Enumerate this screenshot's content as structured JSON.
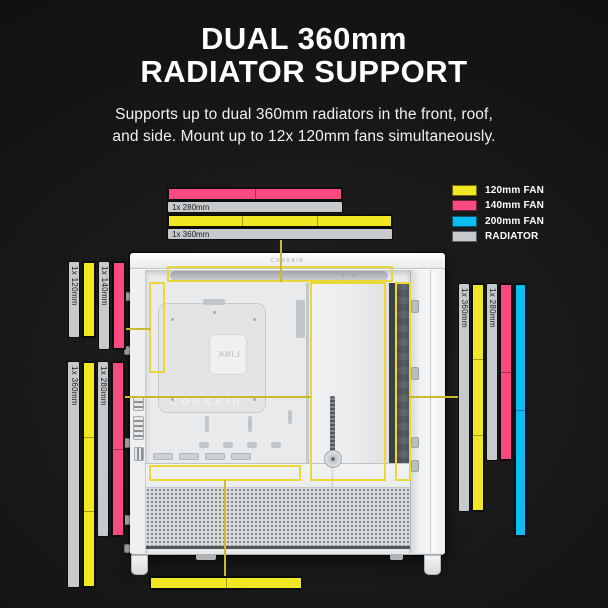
{
  "header": {
    "title": "DUAL 360mm\nRADIATOR SUPPORT",
    "subtitle": "Supports up to dual 360mm radiators in the front, roof,\nand side. Mount up to 12x 120mm fans simultaneously."
  },
  "legend": {
    "items": [
      {
        "label": "120mm FAN",
        "color": "#f2e723"
      },
      {
        "label": "140mm FAN",
        "color": "#fa4a7f"
      },
      {
        "label": "200mm FAN",
        "color": "#0cbdf2"
      },
      {
        "label": "RADIATOR",
        "color": "#c7cacd"
      }
    ]
  },
  "case": {
    "brand_top": "CORSAIR",
    "tray_brand": "CORSAIR",
    "hub_label": "LINK",
    "rail_brand": "CORSAIR"
  },
  "mounts": {
    "roof": [
      {
        "kind": "fans",
        "fan": "140mm",
        "count": 2,
        "color": "#fa4a7f"
      },
      {
        "kind": "radiator",
        "label": "1x 280mm",
        "color": "#c7cacd"
      },
      {
        "kind": "fans",
        "fan": "120mm",
        "count": 3,
        "color": "#f2e723"
      },
      {
        "kind": "radiator",
        "label": "1x 360mm",
        "color": "#c7cacd"
      }
    ],
    "front_upper": [
      {
        "kind": "radiator",
        "label": "1x 120mm",
        "color": "#c7cacd"
      },
      {
        "kind": "fans",
        "fan": "120mm",
        "count": 1,
        "color": "#f2e723"
      },
      {
        "kind": "radiator",
        "label": "1x 140mm",
        "color": "#c7cacd"
      },
      {
        "kind": "fans",
        "fan": "140mm",
        "count": 1,
        "color": "#fa4a7f"
      }
    ],
    "front_lower": [
      {
        "kind": "radiator",
        "label": "1x 360mm",
        "color": "#c7cacd"
      },
      {
        "kind": "fans",
        "fan": "120mm",
        "count": 3,
        "color": "#f2e723"
      },
      {
        "kind": "radiator",
        "label": "1x 280mm",
        "color": "#c7cacd"
      },
      {
        "kind": "fans",
        "fan": "140mm",
        "count": 2,
        "color": "#fa4a7f"
      }
    ],
    "side": [
      {
        "kind": "radiator",
        "label": "1x 360mm",
        "color": "#c7cacd"
      },
      {
        "kind": "fans",
        "fan": "120mm",
        "count": 3,
        "color": "#f2e723"
      },
      {
        "kind": "radiator",
        "label": "1x 280mm",
        "color": "#c7cacd"
      },
      {
        "kind": "fans",
        "fan": "140mm",
        "count": 2,
        "color": "#fa4a7f"
      },
      {
        "kind": "fans",
        "fan": "200mm",
        "count": 2,
        "color": "#0cbdf2"
      }
    ],
    "bottom": [
      {
        "kind": "fans",
        "fan": "120mm",
        "count": 2,
        "color": "#f2e723"
      }
    ]
  }
}
